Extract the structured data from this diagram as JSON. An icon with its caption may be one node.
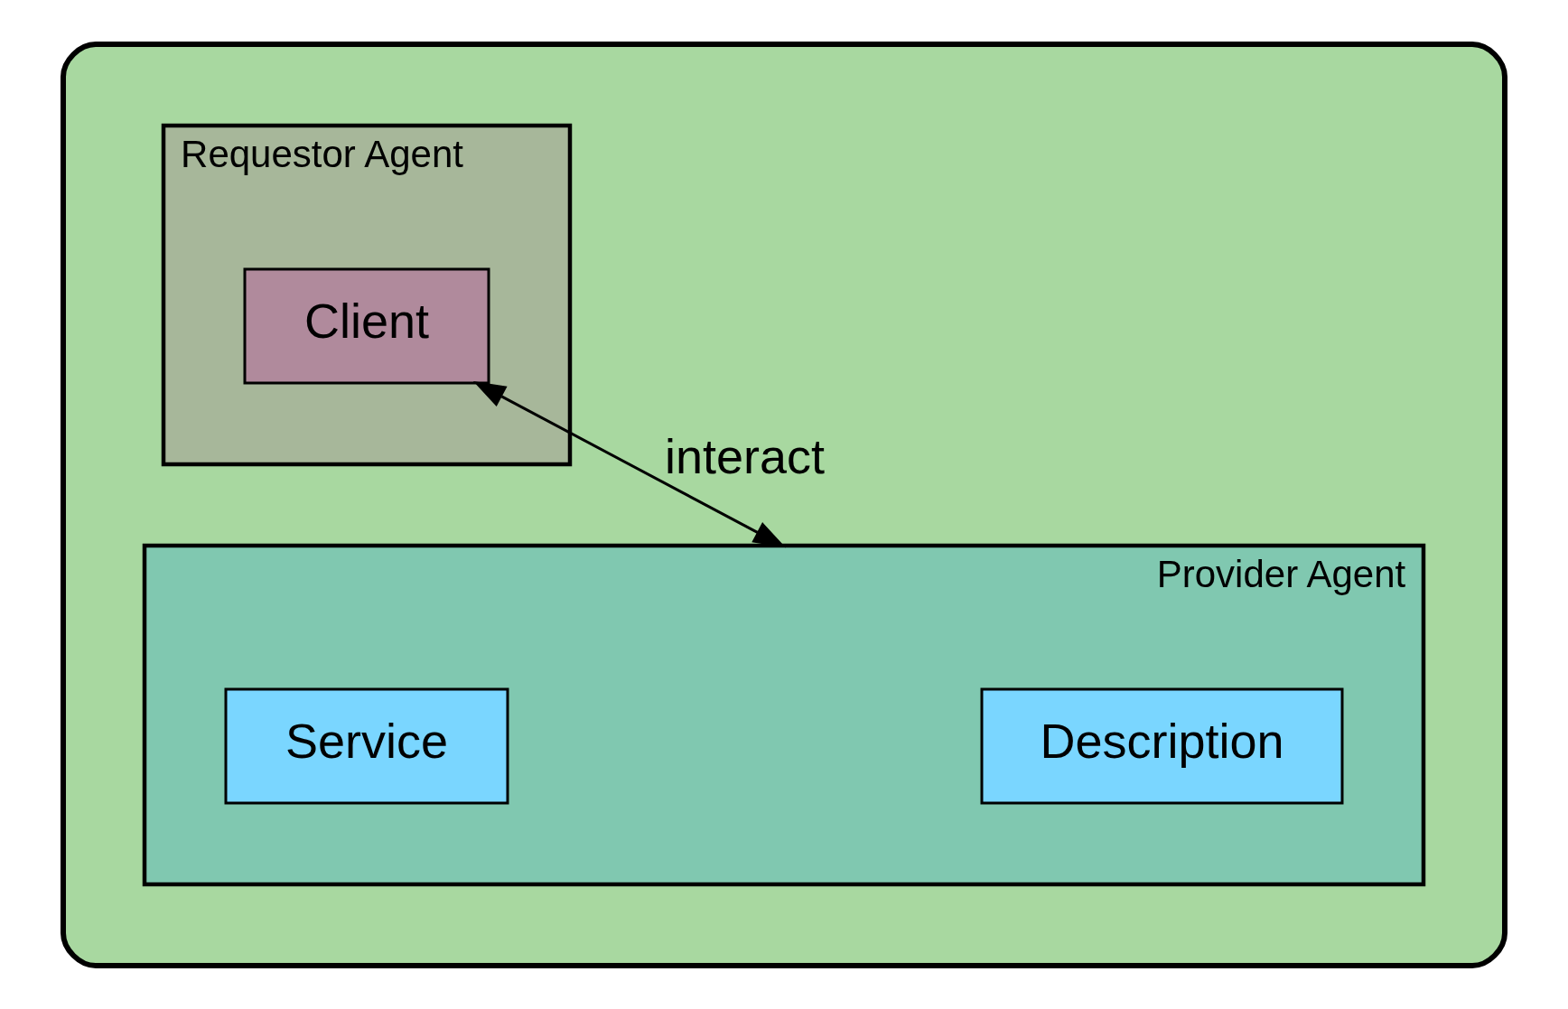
{
  "diagram": {
    "nodes": [
      {
        "text": [],
        "shape": "cloud"
      },
      {
        "text": [
          "Requestor Agent"
        ],
        "in": 0
      },
      {
        "text": [
          "Client"
        ],
        "in": 1
      },
      {
        "text": [
          "Provider Agent"
        ],
        "in": 0
      },
      {
        "text": [
          "Description"
        ],
        "in": 3
      },
      {
        "text": [
          "Service"
        ],
        "in": 3
      }
    ],
    "edges": [
      {
        "from": 2,
        "to": 3,
        "arrow": "both",
        "label": "interact"
      }
    ]
  }
}
